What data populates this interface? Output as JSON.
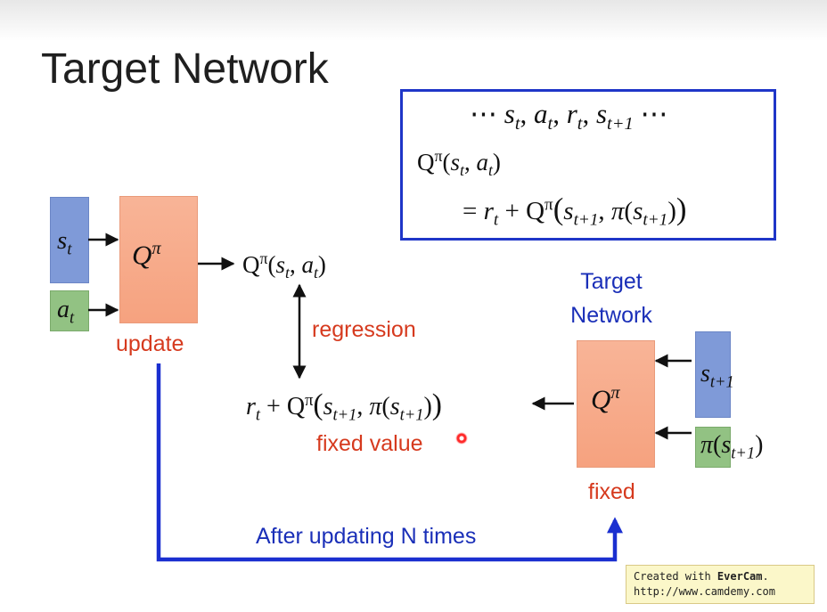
{
  "slide": {
    "title": "Target Network"
  },
  "formula_box": {
    "line1": {
      "prefix": "⋯ ",
      "s": "s",
      "t1": "t",
      "a": "a",
      "t2": "t",
      "r": "r",
      "t3": "t",
      "s2": "s",
      "t4": "t+1",
      "suffix": " ⋯"
    },
    "line2": {
      "Q": "Q",
      "pi": "π",
      "s": "s",
      "t1": "t",
      "a": "a",
      "t2": "t"
    },
    "line3": {
      "eq": "= ",
      "r": "r",
      "t1": "t",
      "plus": " + ",
      "Q": "Q",
      "pi": "π",
      "s": "s",
      "t2": "t+1",
      "pi2": "π",
      "s2": "s",
      "t3": "t+1"
    }
  },
  "left_network": {
    "s_label": "s",
    "s_sub": "t",
    "a_label": "a",
    "a_sub": "t",
    "q_label": "Q",
    "q_sup": "π",
    "caption": "update"
  },
  "q_output": {
    "Q": "Q",
    "pi": "π",
    "s": "s",
    "t1": "t",
    "a": "a",
    "t2": "t"
  },
  "regression_label": "regression",
  "target_value": {
    "r": "r",
    "t1": "t",
    "plus": " + ",
    "Q": "Q",
    "pi": "π",
    "s": "s",
    "t2": "t+1",
    "pi2": "π",
    "s2": "s",
    "t3": "t+1"
  },
  "fixed_value_label": "fixed value",
  "target_network": {
    "title_line1": "Target",
    "title_line2": "Network",
    "s_label": "s",
    "s_sub": "t+1",
    "pi_label": "π",
    "pi_s": "s",
    "pi_sub": "t+1",
    "q_label": "Q",
    "q_sup": "π",
    "caption": "fixed"
  },
  "update_arrow_label": "After updating N times",
  "watermark": {
    "line1_prefix": "Created with ",
    "brand": "EverCam",
    "line1_suffix": ".",
    "line2": "http://www.camdemy.com"
  },
  "colors": {
    "accent_red": "#d63a1e",
    "accent_blue": "#1a2fb8",
    "q_block": "#f6a27f",
    "s_block": "#7f9ad8",
    "a_block": "#92c283"
  }
}
